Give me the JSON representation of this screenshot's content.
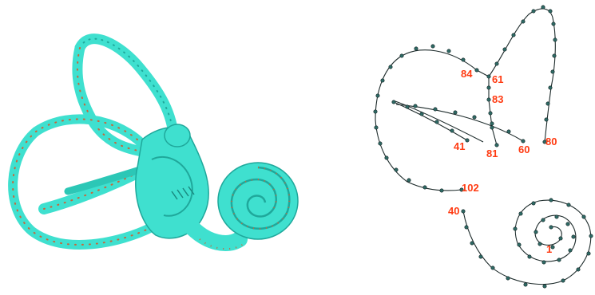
{
  "colors": {
    "model_surface": "#3fe0cf",
    "model_shadow": "#1fa89b",
    "landmark_dots": "#c8663a",
    "skeleton_line": "#1d2b2b",
    "skeleton_points": "#2f6b66",
    "label_text": "#ff3b12",
    "background": "#ffffff"
  },
  "panels": {
    "left": {
      "content": "3D inner ear surface model with landmark points"
    },
    "right": {
      "content": "centerline skeleton with numbered landmark points"
    }
  },
  "point_labels": {
    "p1": "1",
    "p40": "40",
    "p41": "41",
    "p60": "60",
    "p61": "61",
    "p80": "80",
    "p81": "81",
    "p83": "83",
    "p84": "84",
    "p102": "102"
  }
}
